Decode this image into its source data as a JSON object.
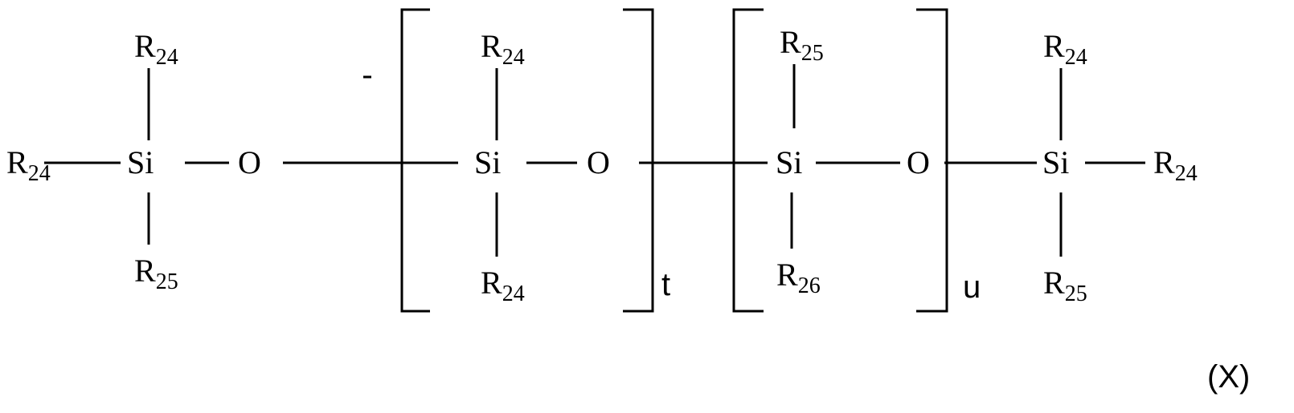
{
  "formula": {
    "label": "(X)",
    "repeat_t": "t",
    "repeat_u": "u"
  },
  "atoms": {
    "si": "Si",
    "o": "O",
    "r": "R",
    "r24_sub": "24",
    "r25_sub": "25",
    "r26_sub": "26"
  }
}
